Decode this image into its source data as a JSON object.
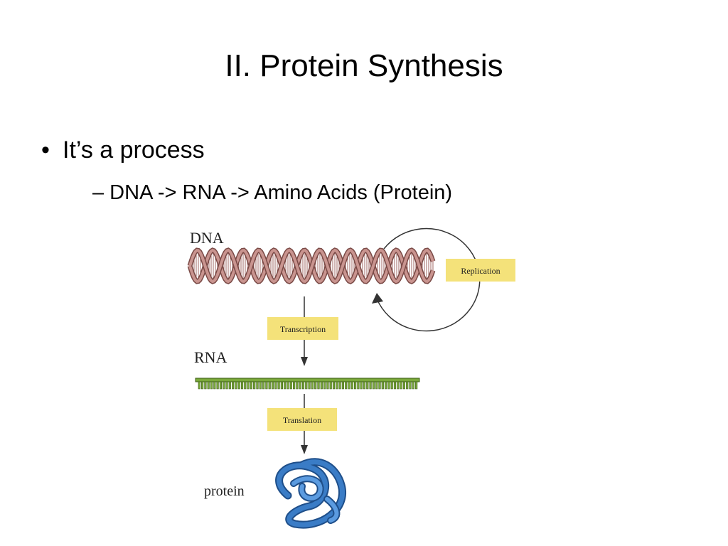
{
  "slide": {
    "title": "II. Protein Synthesis",
    "bullet": "It’s a process",
    "bullet_marker": "•",
    "sub_bullet": "– DNA -> RNA -> Amino Acids (Protein)"
  },
  "diagram": {
    "dna_label": "DNA",
    "rna_label": "RNA",
    "protein_label": "protein",
    "replication_label": "Replication",
    "transcription_label": "Transcription",
    "translation_label": "Translation",
    "colors": {
      "dna": "#c9948f",
      "rna": "#7aa83a",
      "protein": "#3a7cc6",
      "label_box": "#f4e27a"
    }
  }
}
